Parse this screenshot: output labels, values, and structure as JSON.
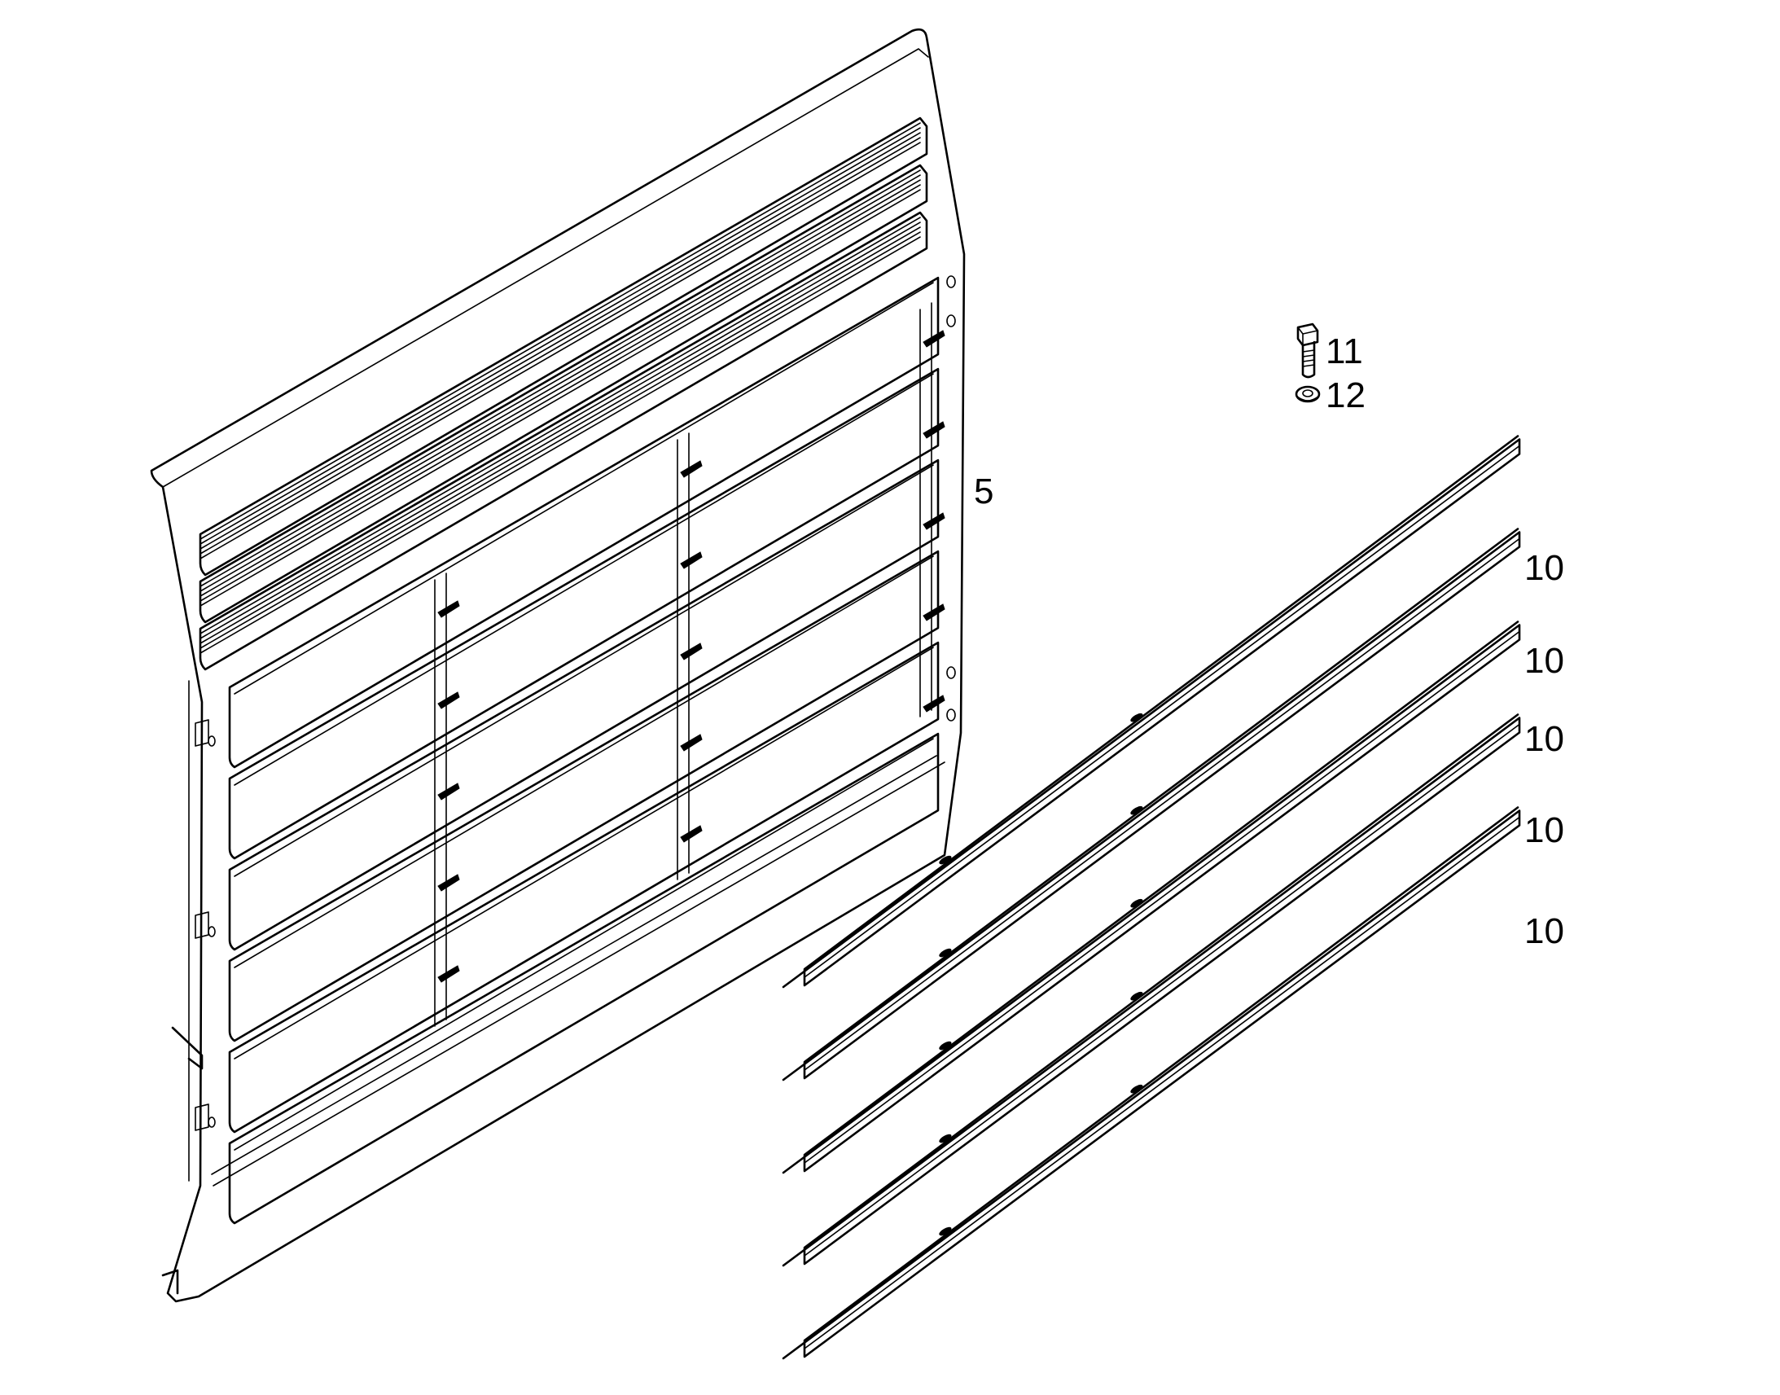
{
  "diagram": {
    "callouts": {
      "panel": "5",
      "strip_1": "10",
      "strip_2": "10",
      "strip_3": "10",
      "strip_4": "10",
      "strip_5": "10",
      "bolt": "11",
      "washer": "12"
    },
    "colors": {
      "line": "#000000",
      "background": "#ffffff"
    }
  }
}
